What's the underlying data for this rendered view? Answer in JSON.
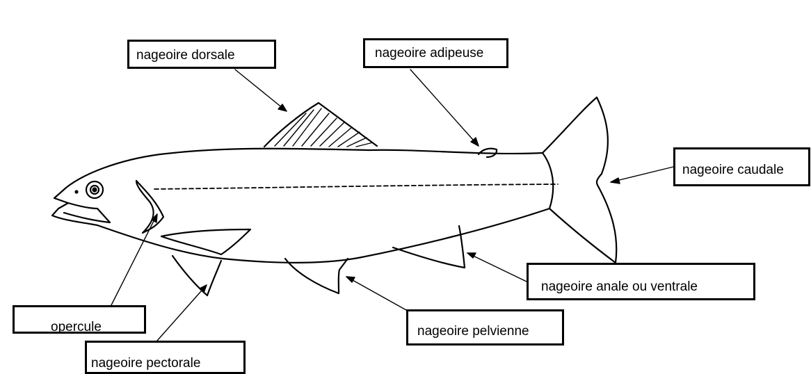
{
  "labels": {
    "dorsale": "nageoire dorsale",
    "adipeuse": "nageoire adipeuse",
    "caudale": "nageoire caudale",
    "anale": "nageoire anale ou ventrale",
    "pelvienne": "nageoire pelvienne",
    "opercule": "opercule",
    "pectorale": "nageoire pectorale"
  }
}
